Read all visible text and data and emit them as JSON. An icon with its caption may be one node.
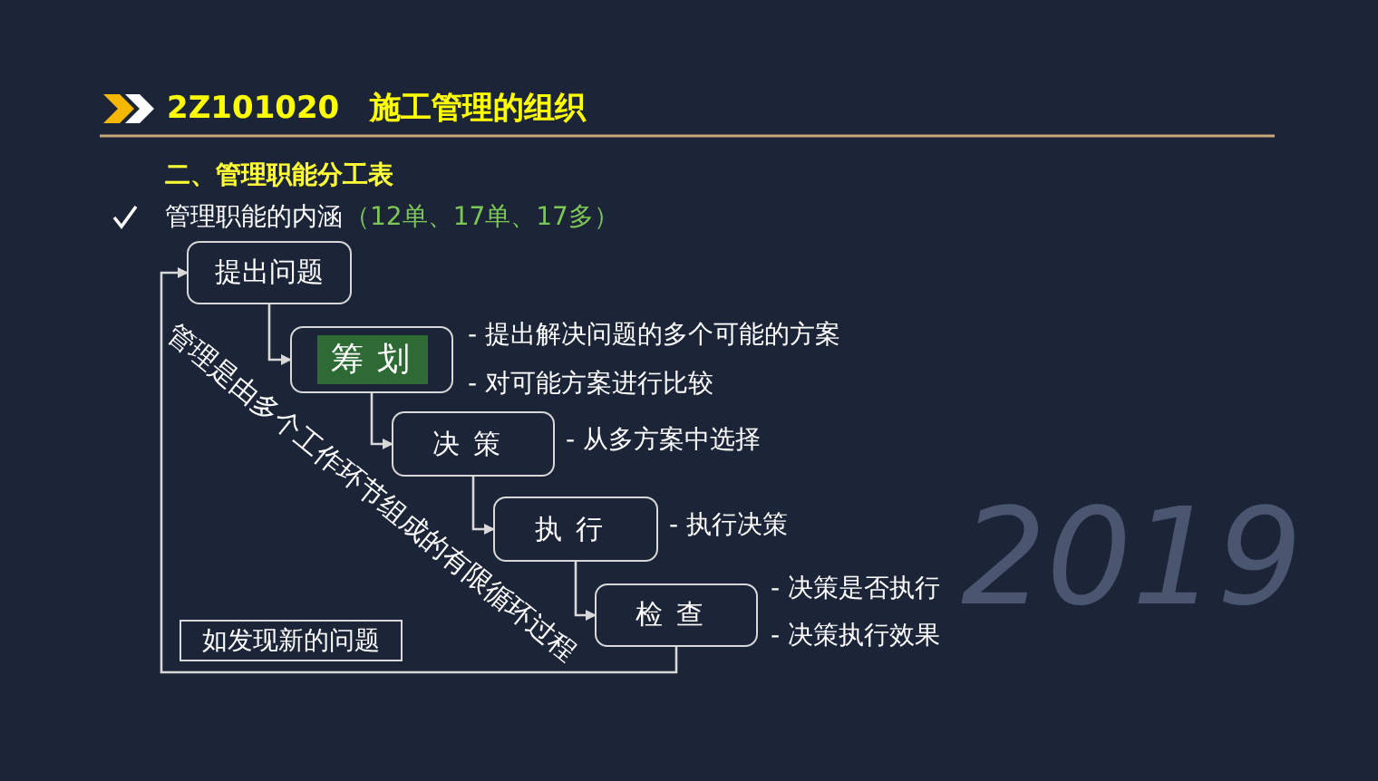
{
  "diagram": {
    "title": "2Z101020　施工管理的组织",
    "nodes": [
      {
        "text": [
          "提出问题"
        ]
      },
      {
        "text": [
          "筹划"
        ],
        "beside": [
          "- 提出解决问题的多个可能的方案",
          "- 对可能方案进行比较"
        ]
      },
      {
        "text": [
          "决策"
        ],
        "beside": [
          "- 从多方案中选择"
        ]
      },
      {
        "text": [
          "执行"
        ],
        "beside": [
          "- 执行决策"
        ]
      },
      {
        "text": [
          "检查"
        ],
        "beside": [
          "- 决策是否执行",
          "- 决策执行效果"
        ]
      },
      {
        "text": [
          "如发现新的问题"
        ]
      }
    ],
    "edges": [
      {
        "from": 0,
        "to": 1,
        "arrow": "to"
      },
      {
        "from": 1,
        "to": 2,
        "arrow": "to"
      },
      {
        "from": 2,
        "to": 3,
        "arrow": "to"
      },
      {
        "from": 3,
        "to": 4,
        "arrow": "to"
      },
      {
        "from": 4,
        "to": 0,
        "arrow": "to"
      }
    ],
    "labels": [
      "二、管理职能分工表",
      "管理职能的内涵",
      "（12单、17单、17多）",
      "管理是由多个工作环节组成的有限循环过程",
      "2019"
    ]
  }
}
